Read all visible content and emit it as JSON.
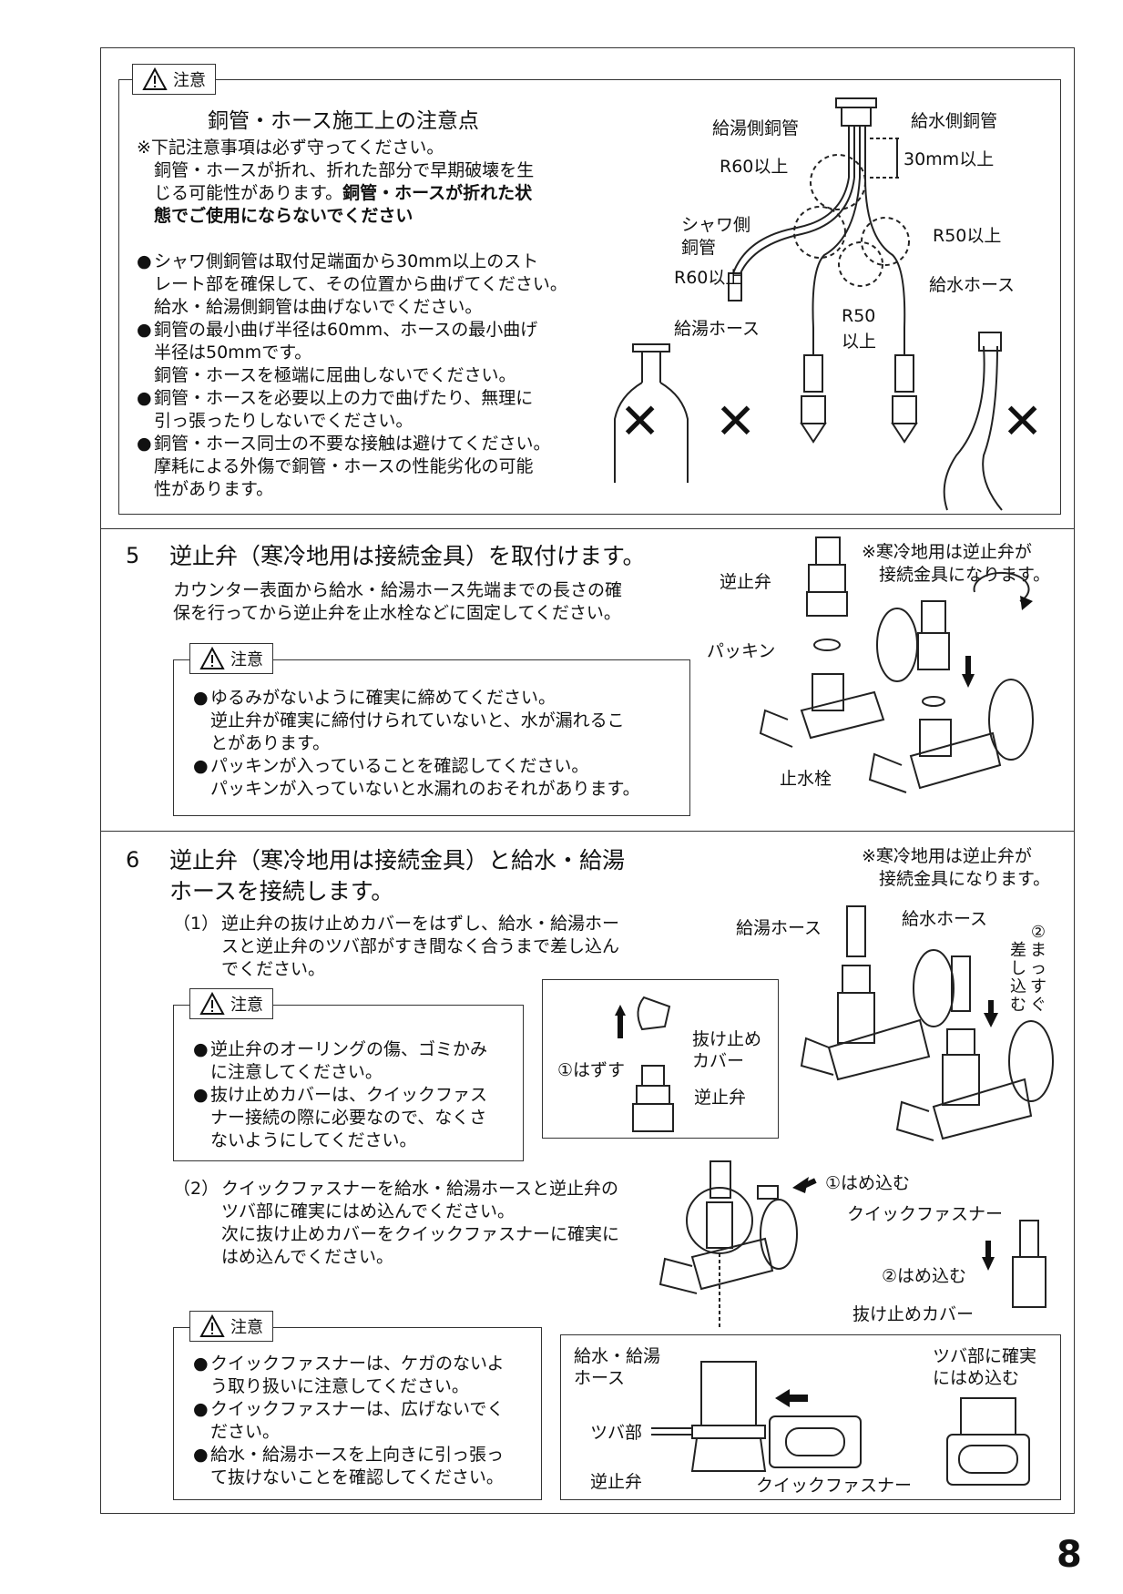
{
  "caution_label": "注意",
  "top": {
    "title": "銅管・ホース施工上の注意点",
    "intro": [
      "※下記注意事項は必ず守ってください。"
    ],
    "intro2": [
      "銅管・ホースが折れ、折れた部分で早期破壊を生",
      "じる可能性があります。"
    ],
    "intro_bold": [
      "銅管・ホースが折れた状",
      "態でご使用にならないでください"
    ],
    "bullets": [
      [
        "シャワ側銅管は取付足端面から30mm以上のスト",
        "レート部を確保して、その位置から曲げてください。",
        "給水・給湯側銅管は曲げないでください。"
      ],
      [
        "銅管の最小曲げ半径は60mm、ホースの最小曲げ",
        "半径は50mmです。",
        "銅管・ホースを極端に屈曲しないでください。"
      ],
      [
        "銅管・ホースを必要以上の力で曲げたり、無理に",
        "引っ張ったりしないでください。"
      ],
      [
        "銅管・ホース同士の不要な接触は避けてください。",
        "摩耗による外傷で銅管・ホースの性能劣化の可能",
        "性があります。"
      ]
    ],
    "labels": {
      "hot_pipe": "給湯側銅管",
      "cold_pipe": "給水側銅管",
      "r60a": "R60以上",
      "mm30": "30mm以上",
      "shower1": "シャワ側",
      "shower2": "銅管",
      "r50a": "R50以上",
      "r60b": "R60以上",
      "cold_hose": "給水ホース",
      "hot_hose": "給湯ホース",
      "r50b1": "R50",
      "r50b2": "以上"
    },
    "xmark": "✕"
  },
  "step5": {
    "num": "5",
    "title": "逆止弁（寒冷地用は接続金具）を取付けます。",
    "desc": [
      "カウンター表面から給水・給湯ホース先端までの長さの確",
      "保を行ってから逆止弁を止水栓などに固定してください。"
    ],
    "note": [
      "※寒冷地用は逆止弁が",
      "接続金具になります。"
    ],
    "caution": [
      [
        "ゆるみがないように確実に締めてください。",
        "逆止弁が確実に締付けられていないと、水が漏れるこ",
        "とがあります。"
      ],
      [
        "パッキンが入っていることを確認してください。",
        "パッキンが入っていないと水漏れのおそれがあります。"
      ]
    ],
    "labels": {
      "check_valve": "逆止弁",
      "packing": "パッキン",
      "stop_valve": "止水栓"
    }
  },
  "step6": {
    "num": "6",
    "title": [
      "逆止弁（寒冷地用は接続金具）と給水・給湯",
      "ホースを接続します。"
    ],
    "note": [
      "※寒冷地用は逆止弁が",
      "接続金具になります。"
    ],
    "sub1_num": "（1）",
    "sub1": [
      "逆止弁の抜け止めカバーをはずし、給水・給湯ホー",
      "スと逆止弁のツバ部がすき間なく合うまで差し込ん",
      "でください。"
    ],
    "caution1": [
      [
        "逆止弁のオーリングの傷、ゴミかみ",
        "に注意してください。"
      ],
      [
        "抜け止めカバーは、クイックファス",
        "ナー接続の際に必要なので、なくさ",
        "ないようにしてください。"
      ]
    ],
    "sub2_num": "（2）",
    "sub2": [
      "クイックファスナーを給水・給湯ホースと逆止弁の",
      "ツバ部に確実にはめ込んでください。",
      "次に抜け止めカバーをクイックファスナーに確実に",
      "はめ込んでください。"
    ],
    "caution2": [
      [
        "クイックファスナーは、ケガのないよ",
        "う取り扱いに注意してください。"
      ],
      [
        "クイックファスナーは、広げないでく",
        "ださい。"
      ],
      [
        "給水・給湯ホースを上向きに引っ張っ",
        "て抜けないことを確認してください。"
      ]
    ],
    "labels": {
      "hot_hose": "給湯ホース",
      "cold_hose": "給水ホース",
      "straight": [
        "②",
        "ま",
        "っ",
        "す",
        "ぐ"
      ],
      "insert": [
        "差",
        "し",
        "込",
        "む"
      ],
      "cover1": "抜け止め",
      "cover2": "カバー",
      "remove": "①はずす",
      "check_valve": "逆止弁",
      "fit1": "①はめ込む",
      "fastener": "クイックファスナー",
      "fit2": "②はめ込む",
      "cover_full": "抜け止めカバー",
      "hose1": "給水・給湯",
      "hose2": "ホース",
      "flange": "ツバ部",
      "check_valve2": "逆止弁",
      "fastener2": "クイックファスナー",
      "flange_fit1": "ツバ部に確実",
      "flange_fit2": "にはめ込む"
    }
  },
  "page_number": "8"
}
